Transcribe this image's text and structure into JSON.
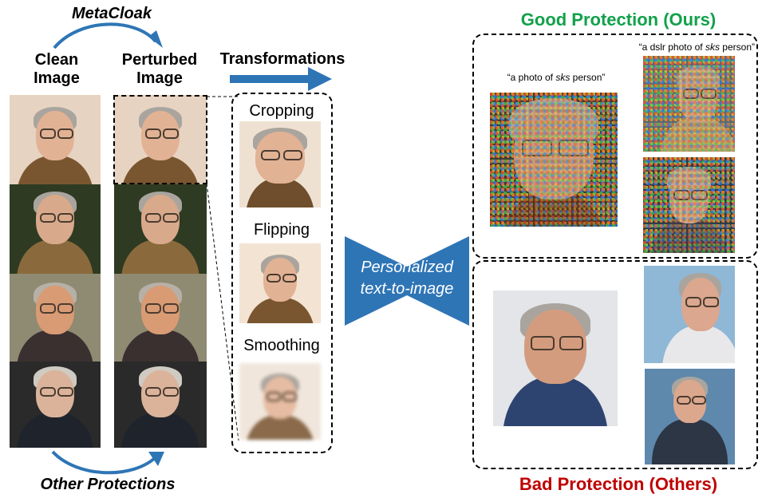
{
  "method_name": "MetaCloak",
  "other_protections": "Other Protections",
  "col_clean": "Clean\nImage",
  "col_perturbed": "Perturbed\nImage",
  "col_transform": "Transformations",
  "transforms": [
    "Cropping",
    "Flipping",
    "Smoothing"
  ],
  "model_label": "Personalized\ntext-to-image",
  "good_title": "Good Protection (Ours)",
  "bad_title": "Bad Protection (Others)",
  "prompt_1_pre": "“a photo of ",
  "prompt_1_token": "sks",
  "prompt_1_post": " person”",
  "prompt_2_pre": "“a dslr photo of ",
  "prompt_2_token": "sks",
  "prompt_2_post": " person”",
  "colors": {
    "accent_blue": "#2e75b6",
    "good_green": "#12a14b",
    "bad_red": "#c00000",
    "model_text": "#ffffff"
  }
}
